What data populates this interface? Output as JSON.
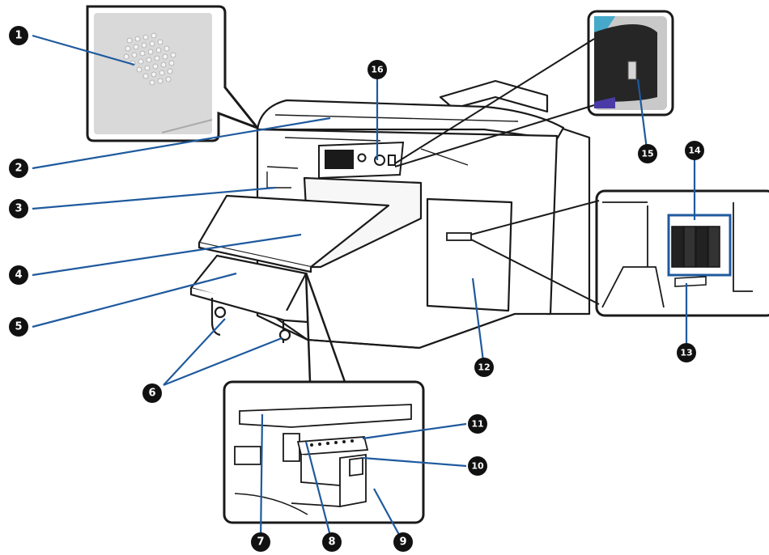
{
  "callouts": {
    "c1": "1",
    "c2": "2",
    "c3": "3",
    "c4": "4",
    "c5": "5",
    "c6": "6",
    "c7": "7",
    "c8": "8",
    "c9": "9",
    "c10": "10",
    "c11": "11",
    "c12": "12",
    "c13": "13",
    "c14": "14",
    "c15": "15",
    "c16": "16"
  },
  "colors": {
    "leader": "#1f5a9e",
    "callout_bg": "#111111",
    "outline": "#1a1a1a",
    "panel_bg": "#e4e4e4",
    "ink_frame": "#1f5a9e"
  }
}
